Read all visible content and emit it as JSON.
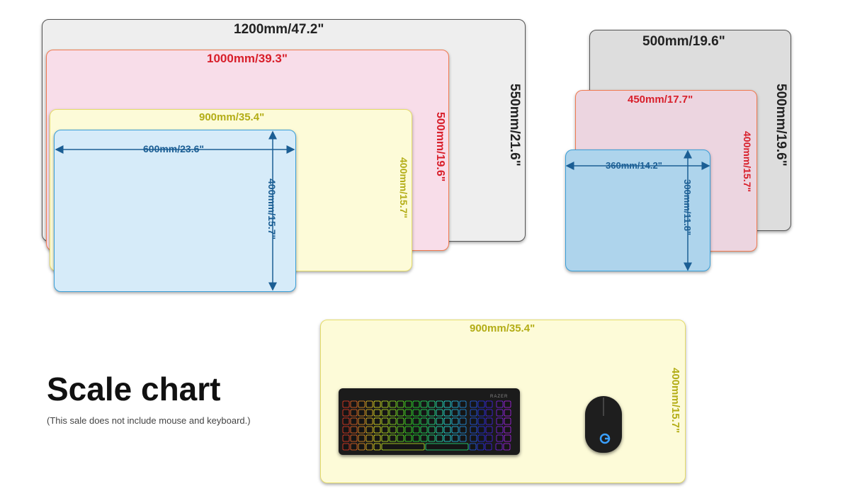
{
  "colors": {
    "gray_fill": "#eeeeee",
    "gray_border": "#555555",
    "pink_fill": "#f8dde9",
    "pink_border": "#f07a50",
    "yellow_fill": "#fdfbd8",
    "yellow_border": "#e6dd6a",
    "blue_fill": "#d6ebf9",
    "blue_border": "#3a9fd8",
    "gray2_fill": "#dddddd",
    "pink2_fill": "#ecd5e0",
    "blue2_fill": "#aed4ec",
    "label_dark": "#222222",
    "label_red": "#d81e2a",
    "label_olive": "#b3ad16",
    "label_blue": "#1b5e94"
  },
  "group_large": {
    "gray": {
      "width": "1200mm/47.2\"",
      "height": "550mm/21.6\""
    },
    "pink": {
      "width": "1000mm/39.3\"",
      "height": "500mm/19.6\""
    },
    "yellow": {
      "width": "900mm/35.4\"",
      "height": "400mm/15.7\""
    },
    "blue": {
      "width": "600mm/23.6\"",
      "height": "400mm/15.7\""
    }
  },
  "group_small": {
    "gray": {
      "width": "500mm/19.6\"",
      "height": "500mm/19.6\""
    },
    "pink": {
      "width": "450mm/17.7\"",
      "height": "400mm/15.7\""
    },
    "blue": {
      "width": "360mm/14.2\"",
      "height": "300mm/11.8\""
    }
  },
  "demo": {
    "width": "900mm/35.4\"",
    "height": "400mm/15.7\"",
    "keyboard_brand": "RAZER"
  },
  "title": "Scale chart",
  "note": "(This sale does not include mouse and keyboard.)"
}
